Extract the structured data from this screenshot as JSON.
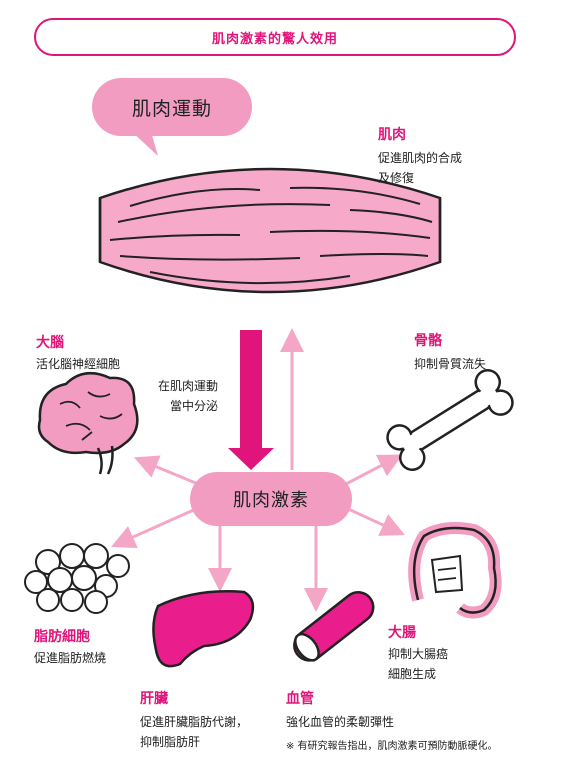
{
  "title": "肌肉激素的驚人效用",
  "exercise_bubble": "肌肉運動",
  "center_label": "肌肉激素",
  "secretion_note": [
    "在肌肉運動",
    "當中分泌"
  ],
  "organs": {
    "muscle": {
      "name": "肌肉",
      "desc": [
        "促進肌肉的合成",
        "及修復"
      ]
    },
    "brain": {
      "name": "大腦",
      "desc": [
        "活化腦神經細胞"
      ]
    },
    "bone": {
      "name": "骨骼",
      "desc": [
        "抑制骨質流失"
      ]
    },
    "fat_cell": {
      "name": "脂肪細胞",
      "desc": [
        "促進脂肪燃燒"
      ]
    },
    "liver": {
      "name": "肝臟",
      "desc": [
        "促進肝臟脂肪代謝，",
        "抑制脂肪肝"
      ]
    },
    "vessel": {
      "name": "血管",
      "desc": [
        "強化血管的柔韌彈性"
      ]
    },
    "intestine": {
      "name": "大腸",
      "desc": [
        "抑制大腸癌",
        "細胞生成"
      ]
    }
  },
  "footnote": "※ 有研究報告指出，肌肉激素可預防動脈硬化。",
  "colors": {
    "accent": "#e0147a",
    "pink": "#f29cc2",
    "light_pink": "#f6a9c9",
    "arrow": "#f4a6c6"
  }
}
